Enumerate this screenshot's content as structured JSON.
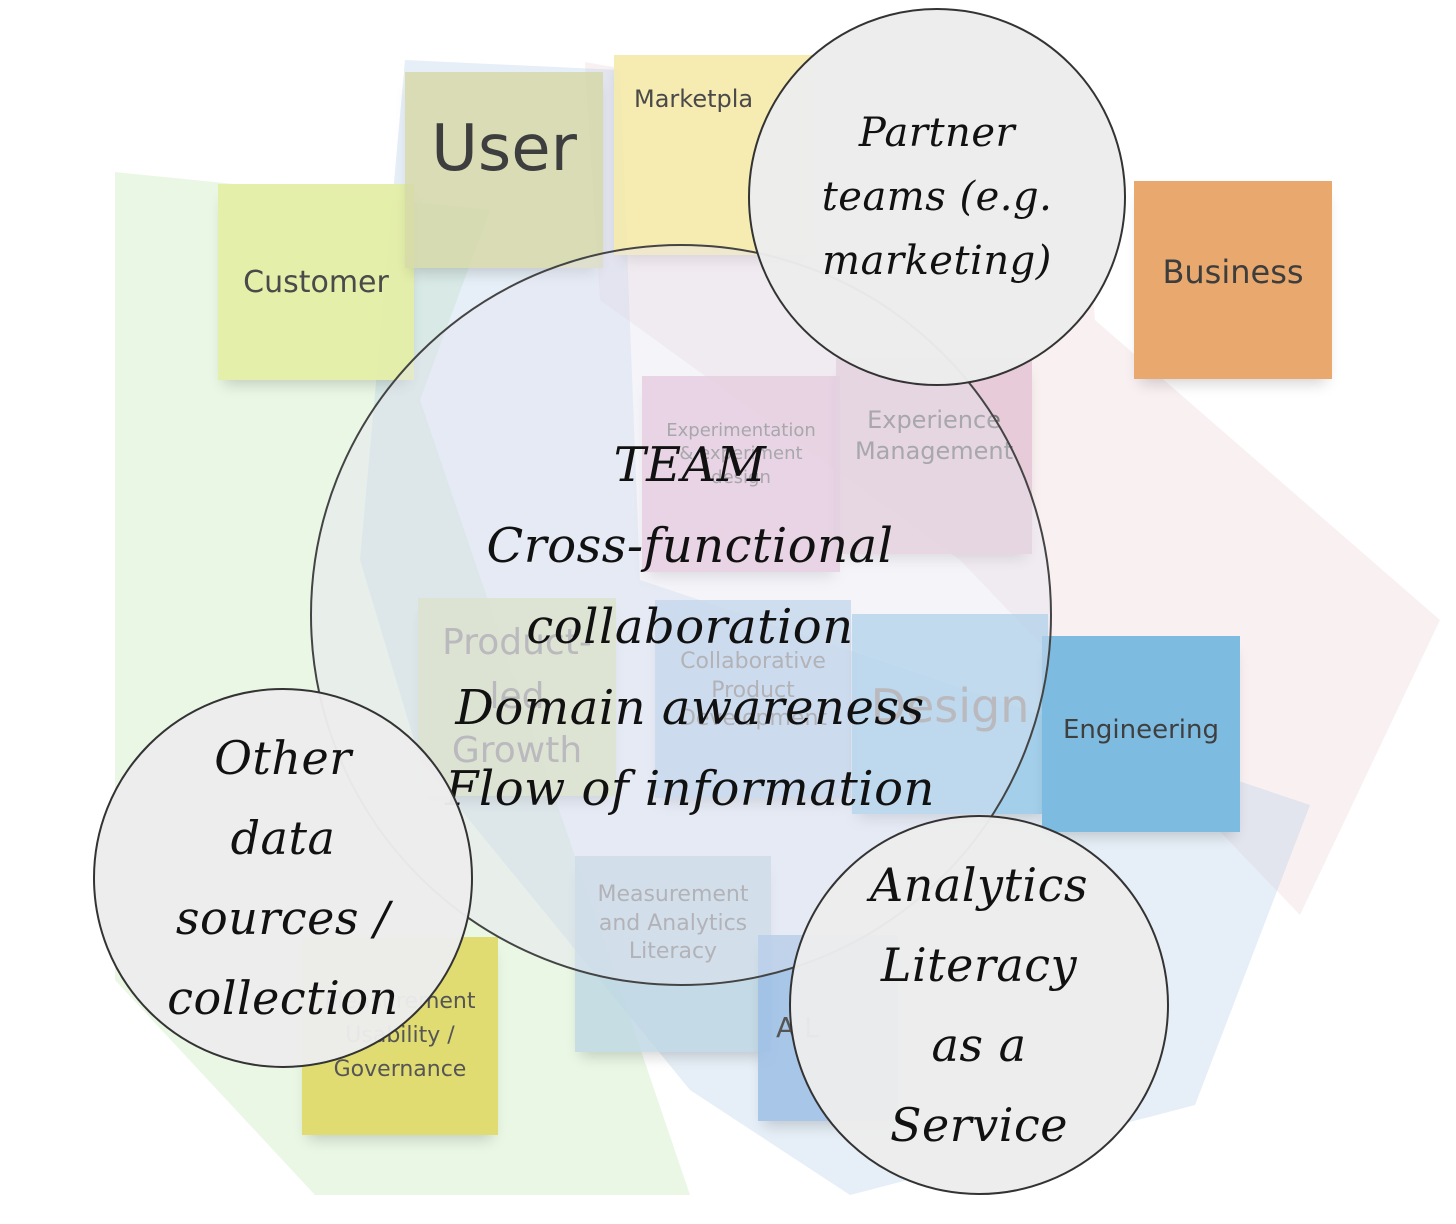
{
  "notes": {
    "user": "User",
    "marketplace": "Marketpla",
    "customer": "Customer",
    "business": "Business",
    "experimentation": "Experimentation & experiment design",
    "experience": "Experience Management",
    "product_led": "Product-led Growth",
    "collaborative": "Collaborative Product Development",
    "design": "Design",
    "engineering": "Engineering",
    "measurement": "Measurement and Analytics Literacy",
    "governance": "Measurement Usability / Governance",
    "analytics_fragment": "A L"
  },
  "circles": {
    "partner": "Partner teams (e.g. marketing)",
    "other": "Other data sources / collection",
    "analytics": "Analytics Literacy as a Service"
  },
  "team": {
    "title": "TEAM",
    "line1": "Cross-functional",
    "line2": "collaboration",
    "line3": "Domain awareness",
    "line4": "Flow of information"
  },
  "colors": {
    "yellow": "#f2e9a6",
    "lime": "#e4eea6",
    "orange": "#e9a86c",
    "pink": "#e7bfd2",
    "blue": "#7fbfe0",
    "olive": "#e0da6e"
  }
}
